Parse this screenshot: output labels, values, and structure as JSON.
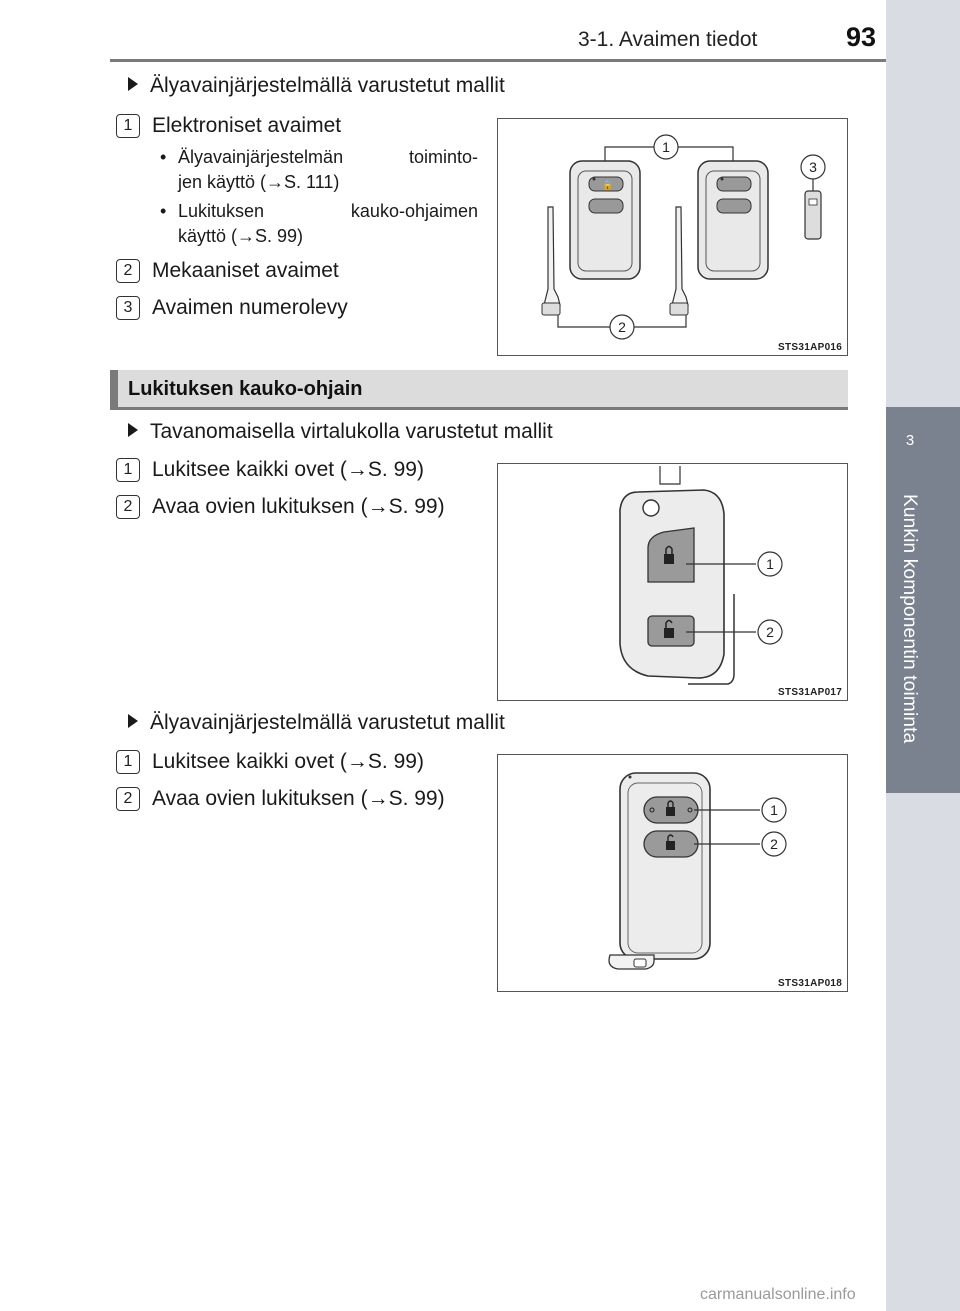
{
  "header": {
    "chapter_title": "3-1. Avaimen tiedot",
    "page_number": "93"
  },
  "side_tab": {
    "chapter_number": "3",
    "chapter_name": "Kunkin komponentin toiminta"
  },
  "section1": {
    "model_line": "Älyavainjärjestelmällä varustetut mallit",
    "items": [
      {
        "number": "1",
        "label": "Elektroniset avaimet"
      },
      {
        "number": "2",
        "label": "Mekaaniset avaimet"
      },
      {
        "number": "3",
        "label": "Avaimen numerolevy"
      }
    ],
    "bullets": [
      {
        "line1_left": "Älyavainjärjestelmän",
        "line1_right": "toiminto-",
        "line2": "jen käyttö (→S. 111)"
      },
      {
        "line1_left": "Lukituksen",
        "line1_right": "kauko-ohjaimen",
        "line2": "käyttö (→S. 99)"
      }
    ],
    "figure": {
      "code": "STS31AP016",
      "callouts": [
        "1",
        "2",
        "3"
      ]
    }
  },
  "section_heading": "Lukituksen kauko-ohjain",
  "section2": {
    "model_line": "Tavanomaisella virtalukolla varustetut mallit",
    "items": [
      {
        "number": "1",
        "label": "Lukitsee kaikki ovet (→S. 99)"
      },
      {
        "number": "2",
        "label": "Avaa ovien lukituksen (→S. 99)"
      }
    ],
    "figure": {
      "code": "STS31AP017",
      "callouts": [
        "1",
        "2"
      ]
    }
  },
  "section3": {
    "model_line": "Älyavainjärjestelmällä varustetut mallit",
    "items": [
      {
        "number": "1",
        "label": "Lukitsee kaikki ovet (→S. 99)"
      },
      {
        "number": "2",
        "label": "Avaa ovien lukituksen (→S. 99)"
      }
    ],
    "figure": {
      "code": "STS31AP018",
      "callouts": [
        "1",
        "2"
      ]
    }
  },
  "watermark": "carmanualsonline.info",
  "colors": {
    "side_tab": "#7a8290",
    "section_bar": "#dcdcdc",
    "rule": "#7a7a7a"
  }
}
